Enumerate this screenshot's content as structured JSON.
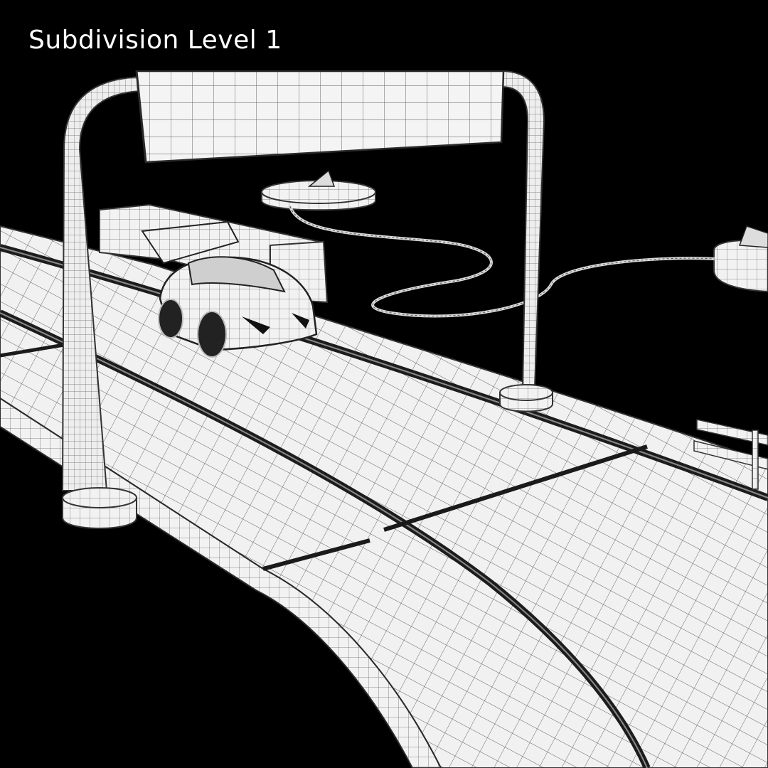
{
  "caption": "Subdivision Level 1",
  "colors": {
    "background": "#000000",
    "surface": "#f2f2f2",
    "wire": "#5a5a5a",
    "groove": "#1c1c1c",
    "caption": "#ffffff"
  },
  "scene_objects": [
    "slot-car-track",
    "overhead-banner-arch",
    "slot-car",
    "pit-wall-block",
    "lap-counter-puck-left",
    "lap-counter-puck-right",
    "controller-cable",
    "guard-rail"
  ]
}
